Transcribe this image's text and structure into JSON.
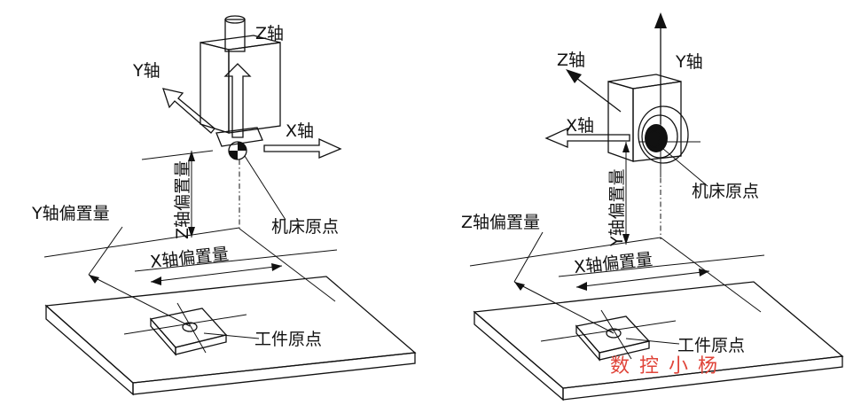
{
  "left": {
    "z_axis": "Z轴",
    "y_axis": "Y轴",
    "x_axis": "X轴",
    "z_offset": "Z轴偏置量",
    "y_offset": "Y轴偏置量",
    "x_offset": "X轴偏置量",
    "machine_origin": "机床原点",
    "work_origin": "工件原点"
  },
  "right": {
    "z_axis": "Z轴",
    "y_axis": "Y轴",
    "x_axis": "X轴",
    "z_offset": "Z轴偏置量",
    "y_offset": "Y轴偏置量",
    "x_offset": "X轴偏置量",
    "machine_origin": "机床原点",
    "work_origin": "工件原点"
  },
  "watermark": "数 控 小 杨",
  "colors": {
    "ink": "#111111",
    "watermark": "#e0453a"
  }
}
